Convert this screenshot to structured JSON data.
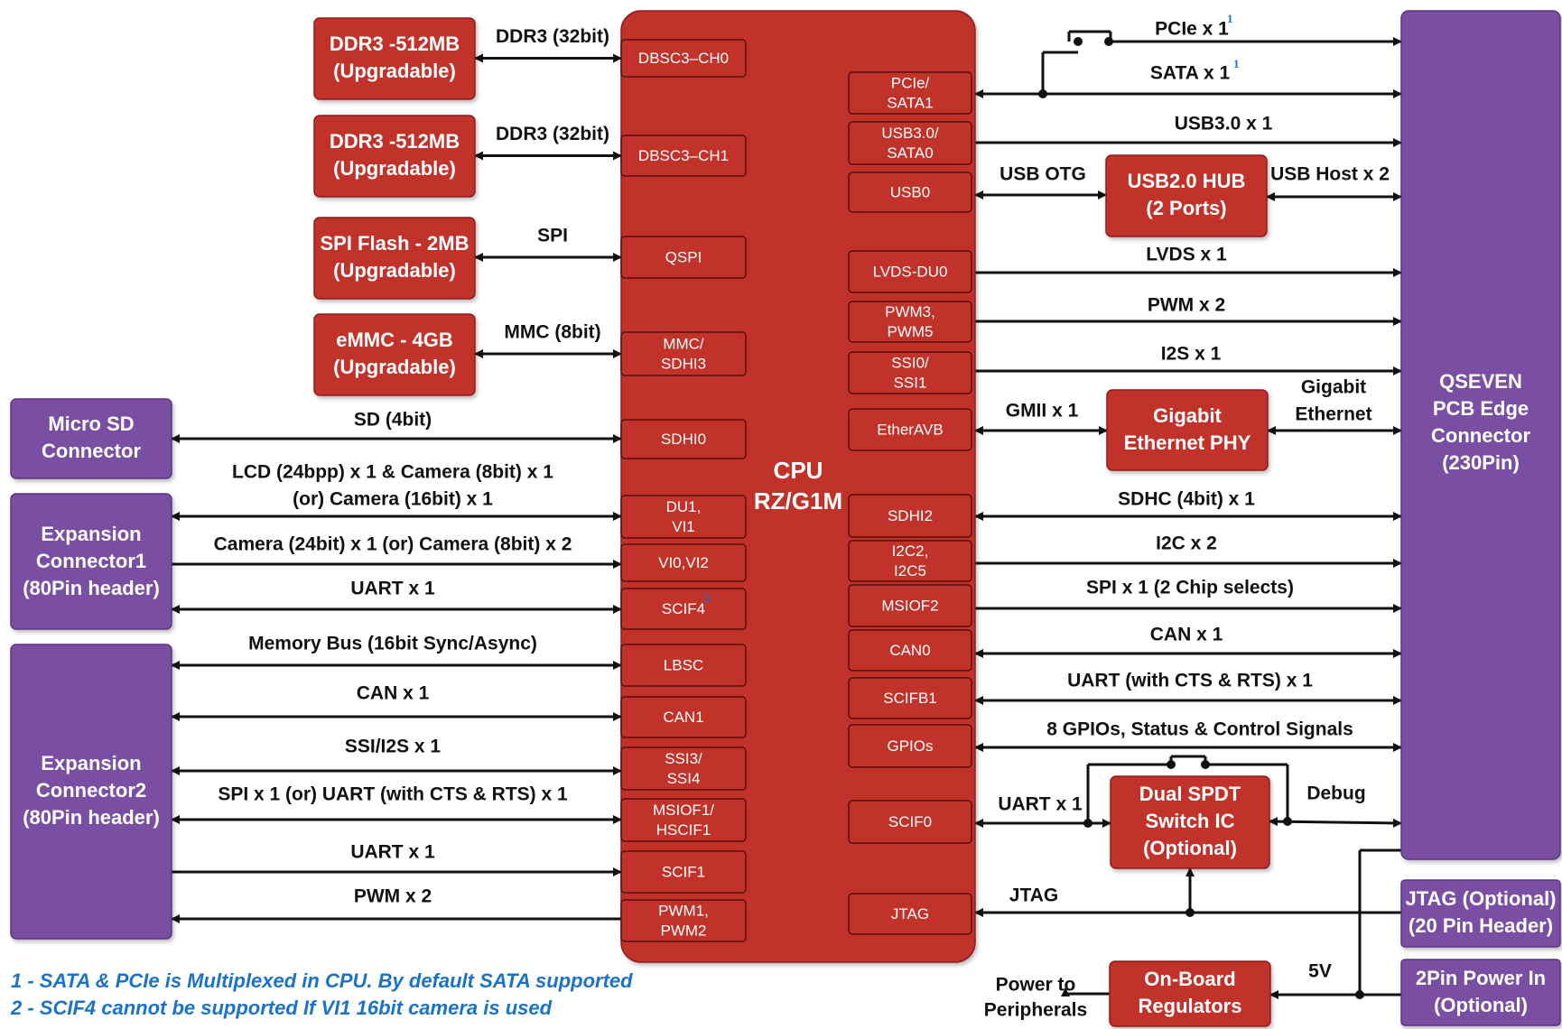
{
  "cpu": {
    "name": "CPU",
    "model": "RZ/G1M"
  },
  "colors": {
    "red": "#c0302c",
    "red_edge": "#8e1f1c",
    "purple": "#7a4fa3",
    "purple_edge": "#5a3580",
    "line": "#111111",
    "note": "#1a73c8"
  },
  "left_blocks": [
    {
      "id": "ddr3-a",
      "lines": [
        "DDR3 -512MB",
        "(Upgradable)"
      ],
      "link": "DDR3 (32bit)",
      "pin": [
        "DBSC3–CH0"
      ]
    },
    {
      "id": "ddr3-b",
      "lines": [
        "DDR3 -512MB",
        "(Upgradable)"
      ],
      "link": "DDR3 (32bit)",
      "pin": [
        "DBSC3–CH1"
      ]
    },
    {
      "id": "spi-flash",
      "lines": [
        "SPI Flash - 2MB",
        "(Upgradable)"
      ],
      "link": "SPI",
      "pin": [
        "QSPI"
      ]
    },
    {
      "id": "emmc",
      "lines": [
        "eMMC - 4GB",
        "(Upgradable)"
      ],
      "link": "MMC (8bit)",
      "pin": [
        "MMC/",
        "SDHI3"
      ]
    }
  ],
  "left_connectors": [
    {
      "id": "micro-sd",
      "lines": [
        "Micro SD",
        "Connector"
      ]
    },
    {
      "id": "expansion-1",
      "lines": [
        "Expansion",
        "Connector1",
        "(80Pin header)"
      ]
    },
    {
      "id": "expansion-2",
      "lines": [
        "Expansion",
        "Connector2",
        "(80Pin header)"
      ]
    }
  ],
  "left_signals": [
    {
      "id": "sd",
      "label": [
        "SD (4bit)"
      ],
      "pin": [
        "SDHI0"
      ]
    },
    {
      "id": "lcd",
      "label": [
        "LCD (24bpp) x 1 & Camera (8bit) x 1",
        "(or) Camera (16bit) x 1"
      ],
      "pin": [
        "DU1,",
        "VI1"
      ]
    },
    {
      "id": "camera",
      "label": [
        "Camera (24bit) x 1 (or) Camera (8bit) x 2"
      ],
      "pin": [
        "VI0,VI2"
      ]
    },
    {
      "id": "uart-exp1",
      "label": [
        "UART x 1"
      ],
      "pin": [
        "SCIF4"
      ],
      "pin_sup": "2"
    },
    {
      "id": "membus",
      "label": [
        "Memory Bus (16bit Sync/Async)"
      ],
      "pin": [
        "LBSC"
      ]
    },
    {
      "id": "can-exp2",
      "label": [
        "CAN x 1"
      ],
      "pin": [
        "CAN1"
      ]
    },
    {
      "id": "ssi",
      "label": [
        "SSI/I2S x 1"
      ],
      "pin": [
        "SSI3/",
        "SSI4"
      ]
    },
    {
      "id": "spi-uart",
      "label": [
        "SPI x 1 (or) UART (with CTS & RTS) x 1"
      ],
      "pin": [
        "MSIOF1/",
        "HSCIF1"
      ]
    },
    {
      "id": "uart-exp2",
      "label": [
        "UART x 1"
      ],
      "pin": [
        "SCIF1"
      ]
    },
    {
      "id": "pwm-exp2",
      "label": [
        "PWM x 2"
      ],
      "pin": [
        "PWM1,",
        "PWM2"
      ]
    }
  ],
  "right_pins": [
    {
      "id": "pcie-sata",
      "pin": [
        "PCIe/",
        "SATA1"
      ]
    },
    {
      "id": "usb3",
      "pin": [
        "USB3.0/",
        "SATA0"
      ]
    },
    {
      "id": "usb0",
      "pin": [
        "USB0"
      ]
    },
    {
      "id": "lvds",
      "pin": [
        "LVDS-DU0"
      ]
    },
    {
      "id": "pwm35",
      "pin": [
        "PWM3,",
        "PWM5"
      ]
    },
    {
      "id": "ssi01",
      "pin": [
        "SSI0/",
        "SSI1"
      ]
    },
    {
      "id": "etheravb",
      "pin": [
        "EtherAVB"
      ]
    },
    {
      "id": "sdhi2",
      "pin": [
        "SDHI2"
      ]
    },
    {
      "id": "i2c",
      "pin": [
        "I2C2,",
        "I2C5"
      ]
    },
    {
      "id": "msiof2",
      "pin": [
        "MSIOF2"
      ]
    },
    {
      "id": "can0",
      "pin": [
        "CAN0"
      ]
    },
    {
      "id": "scifb1",
      "pin": [
        "SCIFB1"
      ]
    },
    {
      "id": "gpios",
      "pin": [
        "GPIOs"
      ]
    },
    {
      "id": "scif0",
      "pin": [
        "SCIF0"
      ]
    },
    {
      "id": "jtag-pin",
      "pin": [
        "JTAG"
      ]
    }
  ],
  "right_labels": {
    "pcie": "PCIe x 1",
    "pcie_sup": "1",
    "sata": "SATA x 1",
    "sata_sup": "1",
    "usb3": "USB3.0 x 1",
    "usb_otg": "USB OTG",
    "usb_host": "USB Host x 2",
    "lvds": "LVDS x 1",
    "pwm": "PWM x 2",
    "i2s": "I2S x 1",
    "gmii": "GMII x 1",
    "gigabit": [
      "Gigabit",
      "Ethernet"
    ],
    "sdhc": "SDHC (4bit) x 1",
    "i2c": "I2C x 2",
    "spi": "SPI x 1 (2 Chip selects)",
    "can": "CAN x 1",
    "uart_cts": "UART (with CTS & RTS) x 1",
    "gpios": "8 GPIOs, Status & Control Signals",
    "uart0": "UART x 1",
    "debug": "Debug",
    "jtag": "JTAG",
    "power_to": [
      "Power to",
      "Peripherals"
    ],
    "v5": "5V"
  },
  "right_blocks": {
    "usb_hub": [
      "USB2.0 HUB",
      "(2 Ports)"
    ],
    "eth_phy": [
      "Gigabit",
      "Ethernet PHY"
    ],
    "switch": [
      "Dual SPDT",
      "Switch IC",
      "(Optional)"
    ],
    "regulators": [
      "On-Board",
      "Regulators"
    ]
  },
  "far_right": {
    "qseven": [
      "QSEVEN",
      "PCB Edge",
      "Connector",
      "(230Pin)"
    ],
    "jtag_hdr": [
      "JTAG (Optional)",
      "(20 Pin Header)"
    ],
    "power_in": [
      "2Pin Power In",
      "(Optional)"
    ]
  },
  "notes": [
    "1 - SATA & PCIe is Multiplexed in CPU. By default SATA supported",
    "2 - SCIF4 cannot be supported If VI1 16bit camera is used"
  ]
}
